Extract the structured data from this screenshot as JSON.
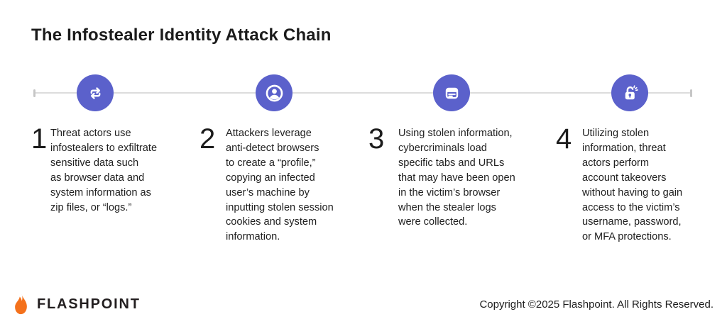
{
  "title": "The Infostealer Identity Attack Chain",
  "colors": {
    "accent": "#5B61CB",
    "timeline": "#dcdcdc",
    "flame_orange": "#F4711C",
    "text": "#1f1f1f"
  },
  "timeline": {
    "node_count": 4,
    "icons": [
      "swap-arrows-icon",
      "user-circle-icon",
      "browser-window-icon",
      "unlocked-padlock-icon"
    ]
  },
  "steps": [
    {
      "number": "1",
      "icon": "swap-arrows-icon",
      "description": "Threat actors use\ninfostealers to exfiltrate\nsensitive data such\nas browser data and\nsystem information as\nzip files, or “logs.”"
    },
    {
      "number": "2",
      "icon": "user-circle-icon",
      "description": "Attackers leverage\nanti-detect browsers\nto create a “profile,”\ncopying an infected\nuser’s machine by\ninputting stolen session\ncookies and system\ninformation."
    },
    {
      "number": "3",
      "icon": "browser-window-icon",
      "description": "Using stolen information,\ncybercriminals load\nspecific tabs and URLs\nthat may have been open\nin the victim’s browser\nwhen the stealer logs\nwere collected."
    },
    {
      "number": "4",
      "icon": "unlocked-padlock-icon",
      "description": "Utilizing stolen\ninformation, threat\nactors perform\naccount takeovers\nwithout having to gain\naccess to the victim’s\nusername, password,\nor MFA protections."
    }
  ],
  "footer": {
    "brand_name": "FLASHPOINT",
    "copyright": "Copyright ©2025 Flashpoint. All Rights Reserved."
  }
}
